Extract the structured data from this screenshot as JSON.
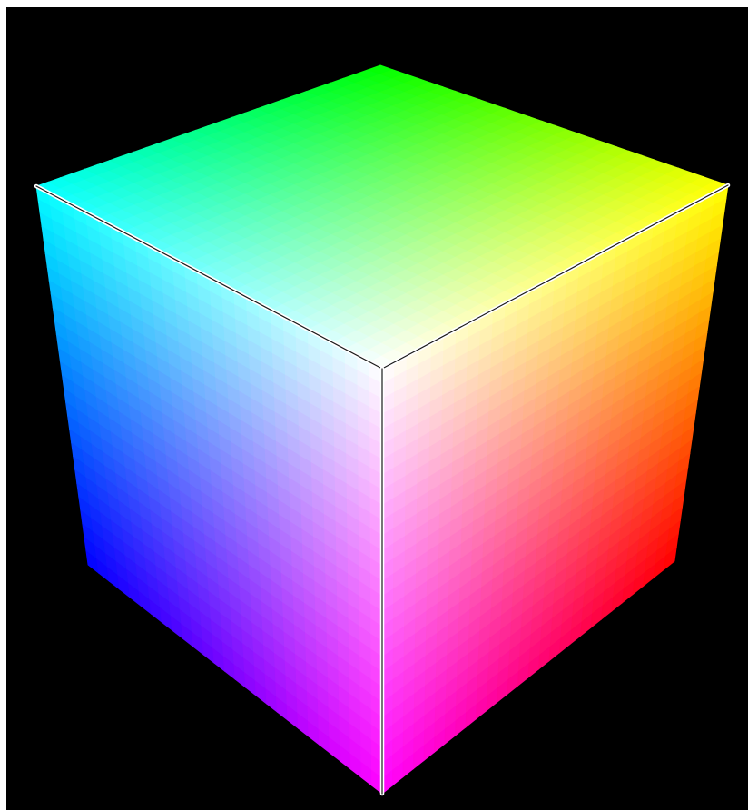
{
  "figure": {
    "subject": "RGB color cube",
    "background_color": "#000000",
    "edge_color": "#ffffff",
    "corners": {
      "front_center": "#ffffff",
      "top_back": "#00ff00",
      "top_left": "#00ffff",
      "top_right": "#ffff00",
      "bottom_left": "#0000ff",
      "bottom_right": "#ff0000",
      "bottom_center": "#ff00ff"
    },
    "faces": [
      {
        "name": "top-face",
        "corners": [
          "top_left",
          "top_back",
          "top_right",
          "front_center"
        ]
      },
      {
        "name": "left-face",
        "corners": [
          "top_left",
          "front_center",
          "bottom_center",
          "bottom_left"
        ]
      },
      {
        "name": "right-face",
        "corners": [
          "front_center",
          "top_right",
          "bottom_right",
          "bottom_center"
        ]
      }
    ]
  }
}
